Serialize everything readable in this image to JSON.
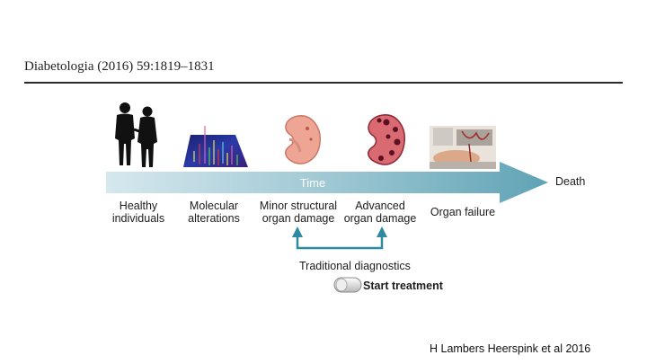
{
  "header": {
    "journal_ref": "Diabetologia (2016) 59:1819–1831"
  },
  "timeline": {
    "title": "Time",
    "end_label": "Death"
  },
  "stages": [
    {
      "label": "Healthy individuals",
      "icon": "couple-silhouette-icon"
    },
    {
      "label": "Molecular alterations",
      "icon": "molecular-heatmap-icon"
    },
    {
      "label": "Minor structural organ damage",
      "icon": "kidney-minor-damage-icon"
    },
    {
      "label": "Advanced organ damage",
      "icon": "kidney-advanced-damage-icon"
    },
    {
      "label": "Organ failure",
      "icon": "dialysis-photo-icon"
    }
  ],
  "diagnostics": {
    "label": "Traditional diagnostics"
  },
  "treatment": {
    "label": "Start treatment",
    "icon": "pill-capsule-icon"
  },
  "citation": "H Lambers Heerspink et al 2016",
  "colors": {
    "arrow_light": "#cfe3ea",
    "arrow_dark": "#6aa9ba",
    "diagnostics_bracket": "#2e8aa0",
    "kidney": "#e89a8c"
  }
}
